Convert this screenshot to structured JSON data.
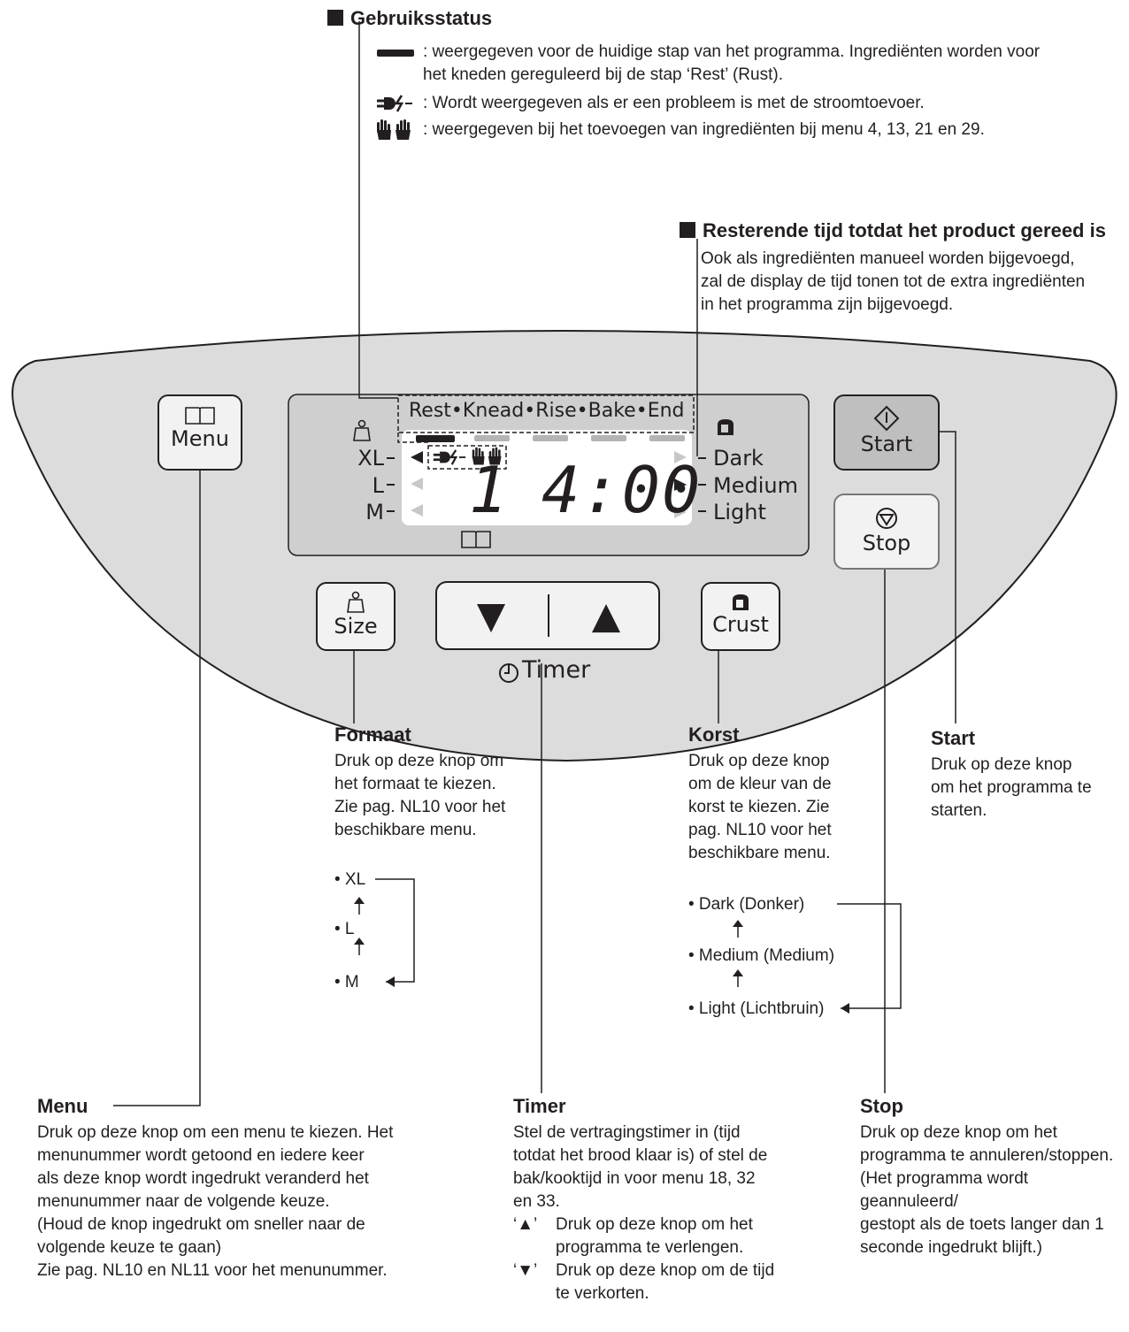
{
  "usage_status": {
    "title": "Gebruiksstatus",
    "items": [
      {
        "icon": "step-bar-icon",
        "text": ": weergegeven voor de huidige stap van het programma. Ingrediënten worden voor\nhet kneden gereguleerd bij de stap ‘Rest’ (Rust)."
      },
      {
        "icon": "power-failure-icon",
        "text": ": Wordt weergegeven als er een probleem is met de stroomtoevoer."
      },
      {
        "icon": "hands-icon",
        "text": ": weergegeven bij het toevoegen van ingrediënten bij menu 4, 13, 21 en 29."
      }
    ]
  },
  "remaining_time": {
    "title": "Resterende tijd totdat het product gereed is",
    "text": "Ook als ingrediënten manueel worden bijgevoegd,\nzal de display de tijd tonen tot de extra ingrediënten\nin het programma zijn bijgevoegd."
  },
  "panel": {
    "menu_label": "Menu",
    "start_label": "Start",
    "stop_label": "Stop",
    "size_label": "Size",
    "crust_label": "Crust",
    "timer_label": "Timer",
    "down_arrow": "▼",
    "up_arrow": "▲"
  },
  "lcd": {
    "steps": [
      "Rest",
      "Knead",
      "Rise",
      "Bake",
      "End"
    ],
    "sizes": [
      "XL",
      "L",
      "M"
    ],
    "crusts": [
      "Dark",
      "Medium",
      "Light"
    ],
    "menu_number": "1",
    "time": "4:00"
  },
  "callouts": {
    "formaat": {
      "title": "Formaat",
      "text": "Druk op deze knop om\nhet formaat te kiezen.\nZie pag. NL10 voor het\nbeschikbare menu."
    },
    "korst": {
      "title": "Korst",
      "text": "Druk op deze knop\nom de kleur van de\nkorst te kiezen. Zie\npag. NL10 voor het\nbeschikbare menu."
    },
    "start": {
      "title": "Start",
      "text": "Druk op deze knop\nom het programma te\nstarten."
    },
    "menu": {
      "title": "Menu",
      "text": "Druk op deze knop om een menu te kiezen. Het\nmenunummer wordt getoond en iedere keer\nals deze knop wordt ingedrukt veranderd het\nmenunummer naar de volgende keuze.\n(Houd de knop ingedrukt om sneller naar de\nvolgende keuze te gaan)\nZie pag. NL10 en NL11 voor het menunummer."
    },
    "timer": {
      "title": "Timer",
      "text": "Stel de vertragingstimer in (tijd\ntotdat het brood klaar is) of stel de\nbak/kooktijd in voor menu 18, 32\nen 33.",
      "up_label": "‘▲’",
      "up_text": "Druk op deze knop om het\nprogramma te verlengen.",
      "down_label": "‘▼’",
      "down_text": "Druk op deze knop om de tijd\nte verkorten."
    },
    "stop": {
      "title": "Stop",
      "text": "Druk op deze knop om het\nprogramma te annuleren/stoppen.\n(Het programma wordt geannuleerd/\ngestopt als de toets langer dan 1\nseconde ingedrukt blijft.)"
    }
  },
  "size_cycle": [
    "• XL",
    "• L",
    "• M"
  ],
  "crust_cycle": [
    "• Dark (Donker)",
    "• Medium (Medium)",
    "• Light (Lichtbruin)"
  ]
}
